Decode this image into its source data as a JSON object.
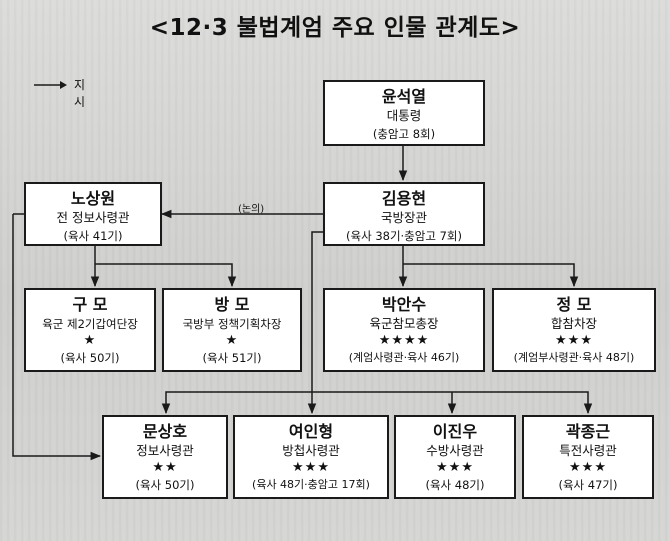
{
  "title": "<12·3 불법계엄 주요 인물 관계도>",
  "legend": {
    "label": "지시"
  },
  "edge_label": "(논의)",
  "people": {
    "yoon": {
      "name": "윤석열",
      "role": "대통령",
      "note": "(충암고 8회)"
    },
    "kim": {
      "name": "김용현",
      "role": "국방장관",
      "note": "(육사 38기·충암고 7회)"
    },
    "noh": {
      "name": "노상원",
      "role": "전 정보사령관",
      "note": "(육사 41기)"
    },
    "gu": {
      "name": "구 모",
      "role": "육군 제2기갑여단장",
      "stars": "★",
      "note": "(육사 50기)"
    },
    "bang": {
      "name": "방 모",
      "role": "국방부 정책기획차장",
      "stars": "★",
      "note": "(육사 51기)"
    },
    "park": {
      "name": "박안수",
      "role": "육군참모총장",
      "stars": "★★★★",
      "note": "(계엄사령관·육사 46기)"
    },
    "jung": {
      "name": "정 모",
      "role": "합참차장",
      "stars": "★★★",
      "note": "(계엄부사령관·육사 48기)"
    },
    "moon": {
      "name": "문상호",
      "role": "정보사령관",
      "stars": "★★",
      "note": "(육사 50기)"
    },
    "yeo": {
      "name": "여인형",
      "role": "방첩사령관",
      "stars": "★★★",
      "note": "(육사 48기·충암고 17회)"
    },
    "lee": {
      "name": "이진우",
      "role": "수방사령관",
      "stars": "★★★",
      "note": "(육사 48기)"
    },
    "kwak": {
      "name": "곽종근",
      "role": "특전사령관",
      "stars": "★★★",
      "note": "(육사 47기)"
    }
  },
  "colors": {
    "background": "#d3d3d1",
    "box_fill": "#ffffff",
    "line": "#1a1a1a"
  }
}
